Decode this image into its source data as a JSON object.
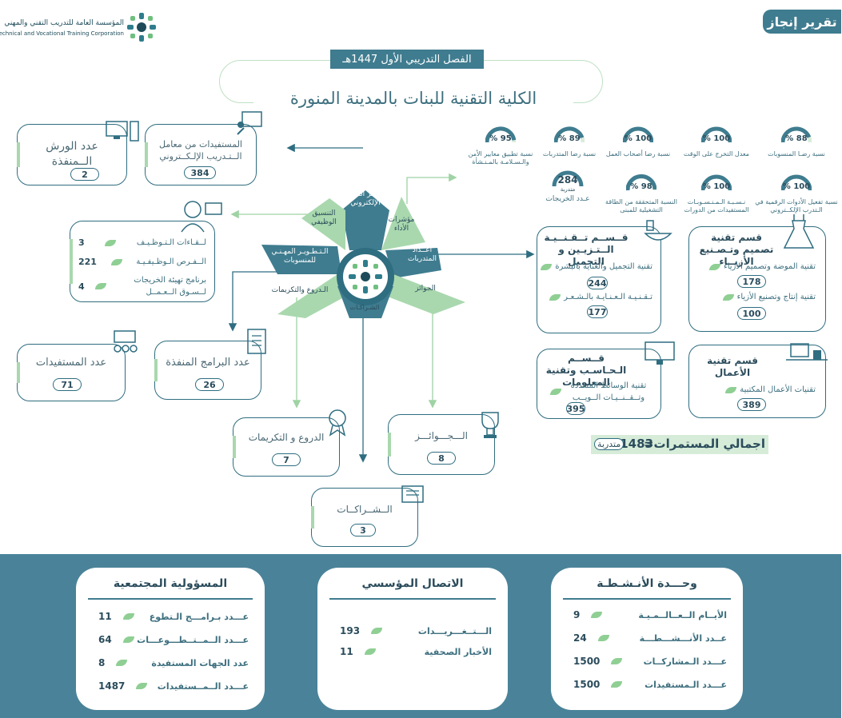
{
  "header": {
    "report_tag": "تقرير إنجاز",
    "org_ar": "المؤسسة العامة للتدريب التقني والمهني",
    "org_en": "Technical and Vocational Training Corporation",
    "semester": "الفصل التدريبي الأول 1447هـ",
    "college": "الكلية التقنية للبنات بالمدينة المنورة"
  },
  "center": {
    "partnerships_label": "الشـراكـات",
    "petals": [
      "مــركـــز الـتــدرب الإلكتروني",
      "مؤشرات الأداء",
      "أعــداد المتدربات",
      "الجوائز",
      "الـدروع والتكريمات",
      "الـتـطـويـر المهـنـي للمنسوبات",
      "التنسيق الوظيفي"
    ]
  },
  "left_cards": {
    "workshops": {
      "label": "عدد الورش الــمنفذة",
      "value": "2"
    },
    "elearning": {
      "label": "المستفيدات من معامل الــتـدريب الإلـكــتروني",
      "value": "384"
    },
    "employment": {
      "rows": [
        {
          "label": "لــقـاءات الـتـوظـيـف",
          "value": "3"
        },
        {
          "label": "الــفـرص الـوظـيفـيـة",
          "value": "221"
        },
        {
          "label": "برنامج تهيئة الخريجات لــسـوق الــعـمــل",
          "value": "4"
        }
      ]
    },
    "beneficiaries": {
      "label": "عدد المستفيدات",
      "value": "71"
    },
    "programs": {
      "label": "عدد البرامج المنفذة",
      "value": "26"
    },
    "shields": {
      "label": "الدروع و التكريمات",
      "value": "7"
    },
    "awards": {
      "label": "الـــجـــوائـــز",
      "value": "8"
    },
    "partnerships": {
      "label": "الــشــراكــات",
      "value": "3"
    }
  },
  "kpis": [
    {
      "pct": "88 %",
      "label": "نسبة رضـا المنسوبات"
    },
    {
      "pct": "100 %",
      "label": "معدل التخرج على الوقت"
    },
    {
      "pct": "100 %",
      "label": "نسبة رضا أصحاب العمل"
    },
    {
      "pct": "89 %",
      "label": "نسبة رضا المتدربات"
    },
    {
      "pct": "95 %",
      "label": "نسبة تطبيق معايير الأمن والـسـلامـة بالمـنـشأة"
    },
    {
      "pct": "100 %",
      "label": "نسبة تفعيل الأدوات الرقمية في الـتدرب الإلكــتروني"
    },
    {
      "pct": "100 %",
      "label": "نـسـبـة الـمـنـسـوبـات المستفيدات من الدورات"
    },
    {
      "pct": "98 %",
      "label": "النسبة المتحققة من الطاقة التشغيلية للمبنى"
    }
  ],
  "graduates": {
    "value": "284",
    "unit": "متدربة",
    "label": "عـدد الخريجات"
  },
  "departments": {
    "fashion": {
      "title": "قسم تقنية تصميم وتـصـنيع الأزيــاء",
      "rows": [
        {
          "label": "تقنية الموضة وتصميم الأزياء",
          "value": "178"
        },
        {
          "label": "تقنية إنتاج وتصنيع الأزياء",
          "value": "100"
        }
      ]
    },
    "beauty": {
      "title": "قــســم تــقـنــيـة الــتـزيـين و التجميل",
      "rows": [
        {
          "label": "تقنية التجميل والعناية بالبشرة",
          "value": "244"
        },
        {
          "label": "تـقـنـيـة الـعـنـايـة بالـشـعـر",
          "value": "177"
        }
      ]
    },
    "business": {
      "title": "قسم تقنية الأعمال",
      "rows": [
        {
          "label": "تقنيات الأعمال المكتبية",
          "value": "389"
        }
      ]
    },
    "computer": {
      "title": "قــســم الـحـاسـب وتقنية المعلومات",
      "rows": [
        {
          "label": "تقنية الوسائط المتعددة وتــقــنــيـات الــويــب",
          "value": "395"
        }
      ]
    }
  },
  "total": {
    "label": "اجمالي المستمرات=",
    "value": "1483",
    "unit": "متدربة"
  },
  "bottom": {
    "activities": {
      "title": "وحـــدة الأنـشـطـة",
      "rows": [
        {
          "label": "الأيــام الــعــالــمـيـة",
          "value": "9"
        },
        {
          "label": "عــدد الأنـــشـــطـــة",
          "value": "24"
        },
        {
          "label": "عـــدد الـمشاركــات",
          "value": "1500"
        },
        {
          "label": "عـــدد الـمستفيدات",
          "value": "1500"
        }
      ]
    },
    "communication": {
      "title": "الاتصال المؤسسي",
      "rows": [
        {
          "label": "الـــتــغـــريـــدات",
          "value": "193"
        },
        {
          "label": "الأخبار الصحفية",
          "value": "11"
        }
      ]
    },
    "social": {
      "title": "المسؤولية المجتمعية",
      "rows": [
        {
          "label": "عـــدد بـرامـــج الـتطوع",
          "value": "11"
        },
        {
          "label": "عـــدد الــمــتــطـــوعـــات",
          "value": "64"
        },
        {
          "label": "عدد الجهات المستفيدة",
          "value": "8"
        },
        {
          "label": "عـــدد الــمــستفيدات",
          "value": "1487"
        }
      ]
    }
  },
  "colors": {
    "primary": "#3f7c8f",
    "accent": "#a9d8ae",
    "dark": "#2b4c5c",
    "band": "#4a8399"
  }
}
